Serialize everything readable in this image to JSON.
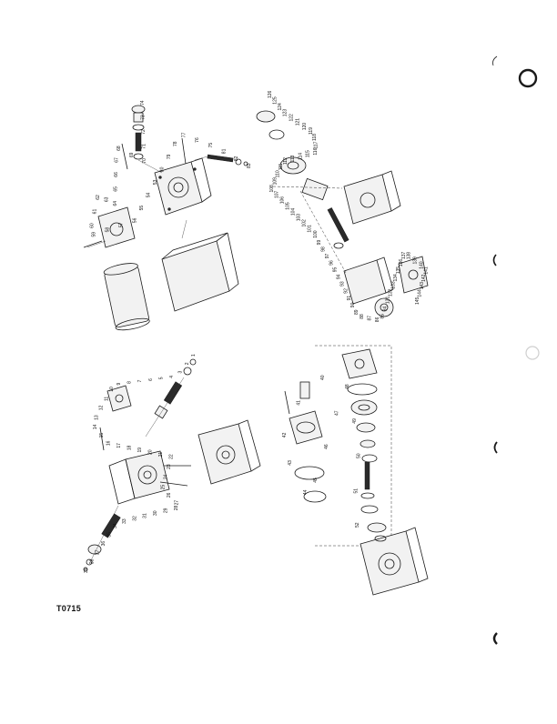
{
  "figure_code": "T0715",
  "quadrants": {
    "top_left": {
      "callouts": [
        "74",
        "73",
        "72",
        "71",
        "70",
        "69",
        "68",
        "67",
        "66",
        "65",
        "64",
        "63",
        "62",
        "61",
        "60",
        "59",
        "58",
        "57",
        "56",
        "55",
        "54",
        "53",
        "80",
        "79",
        "78",
        "77",
        "76",
        "75",
        "81",
        "82",
        "83"
      ]
    },
    "top_right": {
      "callouts": [
        "126",
        "125",
        "124",
        "123",
        "122",
        "121",
        "120",
        "119",
        "118",
        "117",
        "116",
        "115",
        "114",
        "113",
        "112",
        "111",
        "110",
        "109",
        "108",
        "107",
        "106",
        "105",
        "104",
        "103",
        "102",
        "101",
        "100",
        "99",
        "98",
        "97",
        "96",
        "95",
        "94",
        "93",
        "92",
        "91",
        "90",
        "89",
        "88",
        "87",
        "86",
        "85",
        "84",
        "131",
        "132",
        "133",
        "134",
        "135",
        "136",
        "137",
        "138",
        "139",
        "140",
        "141",
        "142",
        "143",
        "144",
        "145"
      ]
    },
    "bottom_left": {
      "callouts": [
        "1",
        "2",
        "3",
        "4",
        "5",
        "6",
        "7",
        "8",
        "9",
        "10",
        "11",
        "12",
        "13",
        "14",
        "15",
        "16",
        "17",
        "18",
        "19",
        "20",
        "21",
        "22",
        "23",
        "24",
        "25",
        "26",
        "27",
        "28",
        "29",
        "30",
        "31",
        "32",
        "33",
        "34",
        "35",
        "36",
        "37",
        "38",
        "39"
      ]
    },
    "bottom_right": {
      "callouts": [
        "40",
        "41",
        "42",
        "43",
        "44",
        "45",
        "46",
        "47",
        "48",
        "49",
        "50",
        "51",
        "52"
      ]
    }
  }
}
